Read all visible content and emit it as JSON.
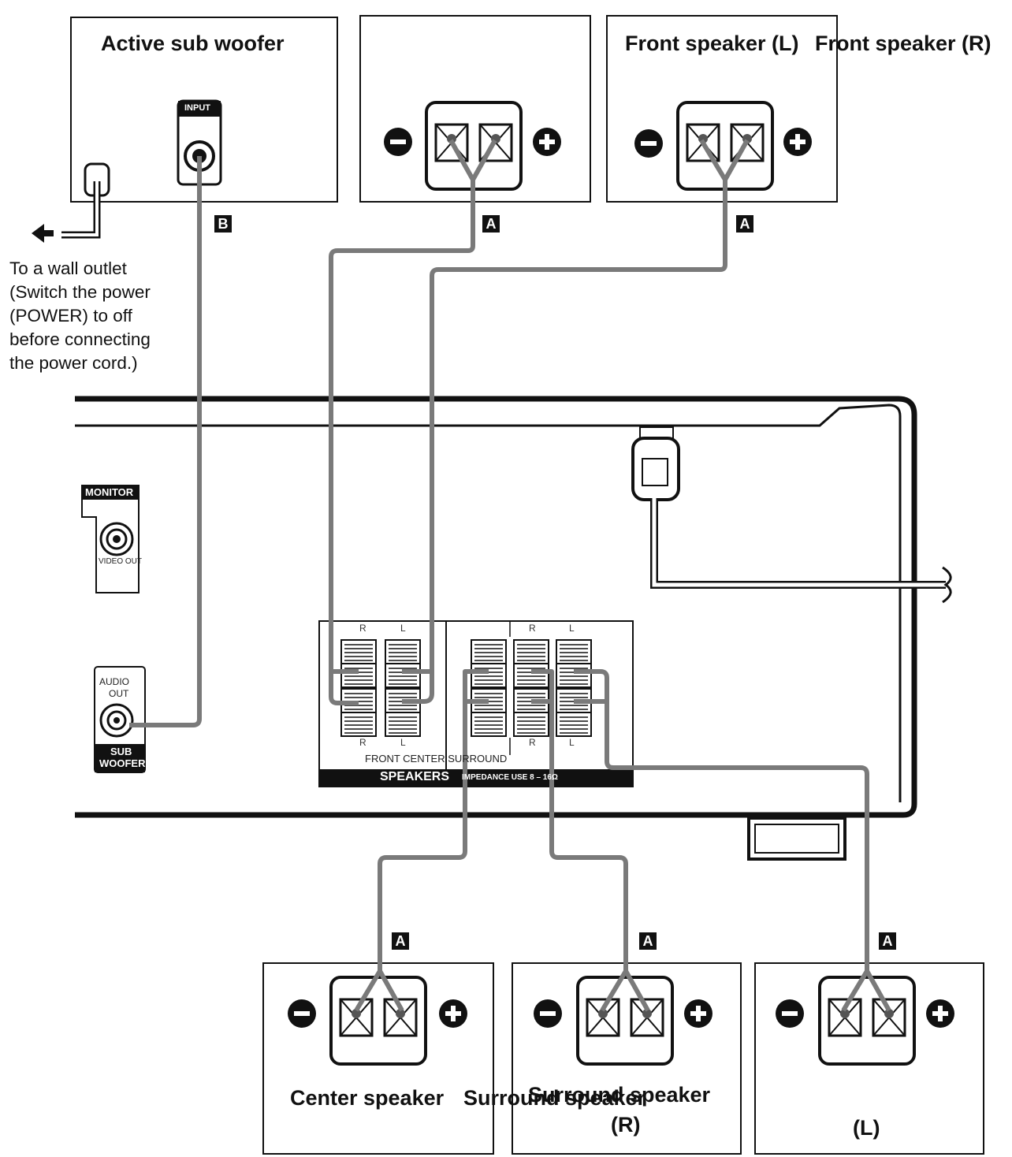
{
  "labels": {
    "subwoofer": "Active sub woofer",
    "front_left": "Front speaker (L)",
    "front_right": "Front speaker (R)",
    "center": "Center speaker",
    "surround_right_word": "Surround speaker",
    "surround_right_side": "(R)",
    "surround_left_word": "Surround speaker",
    "surround_left_side": "(L)"
  },
  "wall_outlet": [
    "To a wall outlet",
    "(Switch the power",
    "(POWER) to off",
    "before connecting",
    "the power cord.)"
  ],
  "cable_tags": {
    "a": "A",
    "b": "B"
  },
  "jacks": {
    "input": "INPUT",
    "monitor": "MONITOR",
    "video_out": "VIDEO OUT",
    "audio_out_1": "AUDIO",
    "audio_out_2": "OUT",
    "sub_1": "SUB",
    "sub_2": "WOOFER"
  },
  "speaker_panel": {
    "groups": "FRONT CENTER SURROUND",
    "title": "SPEAKERS",
    "impedance": "IMPEDANCE USE 8 – 16Ω",
    "r": "R",
    "l": "L"
  },
  "colors": {
    "cable": "#7a7a7a",
    "line": "#111111"
  }
}
